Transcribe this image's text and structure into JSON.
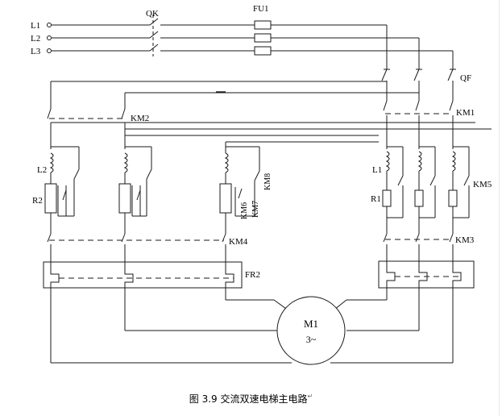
{
  "labels": {
    "l1": "L1",
    "l2": "L2",
    "l3": "L3",
    "qk": "QK",
    "fu1": "FU1",
    "qf": "QF",
    "km1": "KM1",
    "km2": "KM2",
    "km3": "KM3",
    "km4": "KM4",
    "km5": "KM5",
    "km6": "KM6",
    "km7": "KM7",
    "km8": "KM8",
    "fr2": "FR2",
    "l2_inductor": "L2",
    "r2": "R2",
    "l1_inductor": "L1",
    "r1": "R1",
    "motor_name": "M1",
    "motor_phase": "3~"
  },
  "caption": "图 3.9 交流双速电梯主电路",
  "caption_mark": "↵"
}
